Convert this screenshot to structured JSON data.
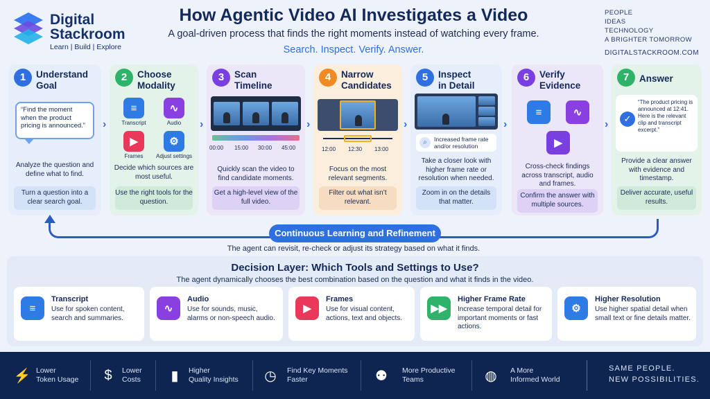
{
  "header": {
    "logo_name_1": "Digital",
    "logo_name_2": "Stackroom",
    "logo_tag": "Learn | Build | Explore",
    "title": "How Agentic Video AI Investigates a Video",
    "subtitle": "A goal-driven process that finds the right moments instead of watching every frame.",
    "tagline": "Search. Inspect. Verify. Answer.",
    "brand_lines": [
      "PEOPLE",
      "IDEAS",
      "TECHNOLOGY",
      "A BRIGHTER TOMORROW"
    ],
    "brand_url": "DIGITALSTACKROOM.COM"
  },
  "steps": [
    {
      "num": "1",
      "title": "Understand\nGoal",
      "quote": "“Find the moment when the product pricing is announced.”",
      "desc": "Analyze the question and define what to find.",
      "note": "Turn a question into a clear search goal."
    },
    {
      "num": "2",
      "title": "Choose\nModality",
      "icons": [
        "Transcript",
        "Audio",
        "Frames",
        "Adjust settings"
      ],
      "desc": "Decide which sources are most useful.",
      "note": "Use the right tools for the question."
    },
    {
      "num": "3",
      "title": "Scan\nTimeline",
      "ticks": [
        "00:00",
        "15:00",
        "30:00",
        "45:00"
      ],
      "desc": "Quickly scan the video to find candidate moments.",
      "note": "Get a high-level view of the full video."
    },
    {
      "num": "4",
      "title": "Narrow\nCandidates",
      "ticks": [
        "12:00",
        "12:30",
        "13:00"
      ],
      "desc": "Focus on the most relevant segments.",
      "note": "Filter out what isn’t relevant."
    },
    {
      "num": "5",
      "title": "Inspect\nin Detail",
      "inspect_label": "Increased frame rate and/or resolution",
      "desc": "Take a closer look with higher frame rate or resolution when needed.",
      "note": "Zoom in on the details that matter."
    },
    {
      "num": "6",
      "title": "Verify\nEvidence",
      "desc": "Cross-check findings across transcript, audio and frames.",
      "note": "Confirm the answer with multiple sources."
    },
    {
      "num": "7",
      "title": "Answer",
      "quote": "“The product pricing is announced at 12:41. Here is the relevant clip and transcript excerpt.”",
      "desc": "Provide a clear answer with evidence and timestamp.",
      "note": "Deliver accurate, useful results."
    }
  ],
  "loop": {
    "label": "Continuous Learning and Refinement",
    "desc": "The agent can revisit, re-check or adjust its strategy based on what it finds."
  },
  "decision": {
    "title": "Decision Layer: Which Tools and Settings to Use?",
    "subtitle": "The agent dynamically chooses the best combination based on the question and what it finds in the video.",
    "cards": [
      {
        "title": "Transcript",
        "desc": "Use for spoken content, search and summaries.",
        "icon": "document-icon",
        "color": "#2f7be6"
      },
      {
        "title": "Audio",
        "desc": "Use for sounds, music, alarms or non-speech audio.",
        "icon": "waveform-icon",
        "color": "#8a3fe0"
      },
      {
        "title": "Frames",
        "desc": "Use for visual content, actions, text and objects.",
        "icon": "play-icon",
        "color": "#e8395b"
      },
      {
        "title": "Higher Frame Rate",
        "desc": "Increase temporal detail for important moments or fast actions.",
        "icon": "fast-forward-icon",
        "color": "#2fb36a"
      },
      {
        "title": "Higher Resolution",
        "desc": "Use higher spatial detail when small text or fine details matter.",
        "icon": "gear-icon",
        "color": "#2f7be6"
      }
    ]
  },
  "footer": {
    "items": [
      {
        "text": "Lower\nToken Usage",
        "icon": "lightning-icon"
      },
      {
        "text": "Lower\nCosts",
        "icon": "dollar-icon"
      },
      {
        "text": "Higher\nQuality Insights",
        "icon": "bar-chart-icon"
      },
      {
        "text": "Find Key Moments\nFaster",
        "icon": "clock-icon"
      },
      {
        "text": "More Productive\nTeams",
        "icon": "team-icon"
      },
      {
        "text": "A More\nInformed World",
        "icon": "globe-icon"
      }
    ],
    "tagline": "SAME PEOPLE.\nNEW POSSIBILITIES."
  },
  "colors": {
    "step1": "#2f6fe0",
    "step2": "#2fb36a",
    "step3": "#7a3fe0",
    "step4": "#f08a24",
    "step5": "#2f6fe0",
    "step6": "#7a3fe0",
    "step7": "#2fb36a",
    "footer_bg": "#0e2451"
  }
}
